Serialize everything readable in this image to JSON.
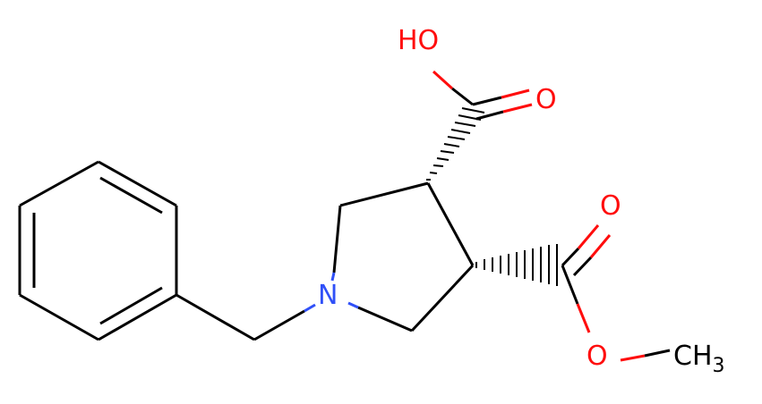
{
  "molecule": {
    "atom_labels": {
      "hydroxyl": "HO",
      "acid_carbonyl_oxygen": "O",
      "ester_carbonyl_oxygen": "O",
      "ester_oxygen": "O",
      "nitrogen": "N",
      "methyl": "CH",
      "methyl_subscript": "3"
    },
    "colors": {
      "bond": "#000000",
      "oxygen": "#ff0d0d",
      "nitrogen": "#3050f8",
      "carbon_label": "#000000"
    }
  }
}
